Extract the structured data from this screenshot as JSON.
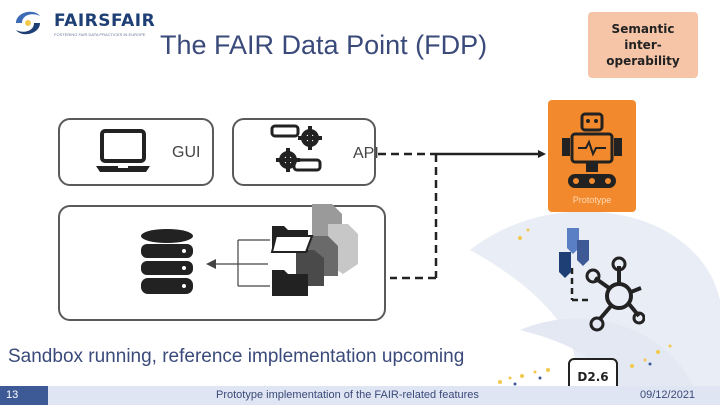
{
  "brand": {
    "logo_text": "FAIRSFAIR",
    "tagline": "FOSTERING FAIR DATA PRACTICES IN EUROPE"
  },
  "slide": {
    "title": "The FAIR Data Point (FDP)",
    "badge": [
      "Semantic",
      "inter-",
      "operability"
    ],
    "status_text": "Sandbox running, reference implementation upcoming",
    "deliverable_label": "D2.6"
  },
  "diagram": {
    "gui_label": "GUI",
    "api_label": "API",
    "prototype_label": "Prototype"
  },
  "footer": {
    "page_number": "13",
    "caption": "Prototype implementation of the FAIR-related features",
    "date": "09/12/2021"
  },
  "colors": {
    "brand_navy": "#1d3f75",
    "title_color": "#3a4a7a",
    "badge_bg": "#f6c5a8",
    "robot_orange": "#f28a2d",
    "footer_bar": "#dfe5f2",
    "page_number_bg": "#3d5a96"
  },
  "icons": [
    "fairsfair-logo-icon",
    "laptop-icon",
    "api-gears-icon",
    "robot-icon",
    "database-icon",
    "folder-tree-icon",
    "knowledge-graph-icon"
  ]
}
